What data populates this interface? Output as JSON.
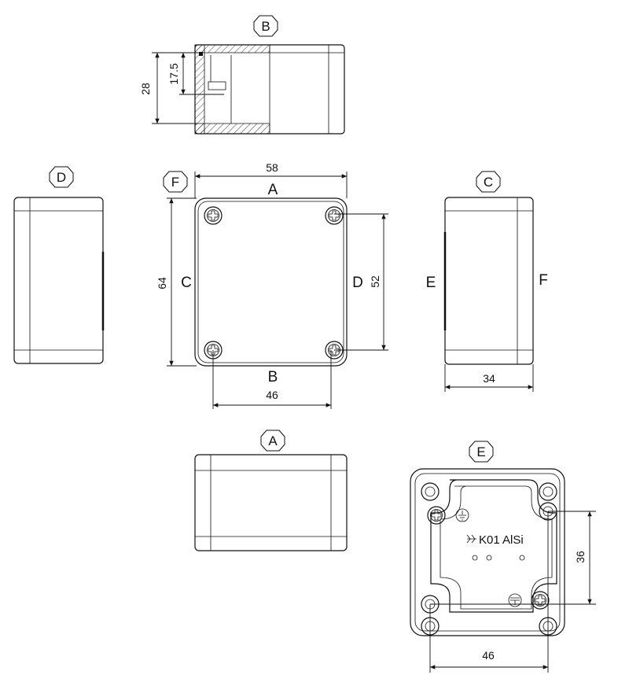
{
  "view_labels": {
    "b": "B",
    "d": "D",
    "f": "F",
    "c": "C",
    "a": "A",
    "e": "E"
  },
  "face_labels": {
    "top_a": "A",
    "top_b": "B",
    "top_c": "C",
    "top_d": "D",
    "side_e": "E",
    "side_f": "F"
  },
  "dimensions": {
    "height_total": "28",
    "height_inner": "17.5",
    "width": "58",
    "length": "64",
    "screw_spacing_vertical": "52",
    "screw_spacing_horizontal": "46",
    "depth": "34",
    "mount_spacing_vertical": "36",
    "mount_spacing_horizontal": "46"
  },
  "bottom_marking": "K01 AlSi",
  "colors": {
    "line": "#111111",
    "background": "#ffffff"
  }
}
